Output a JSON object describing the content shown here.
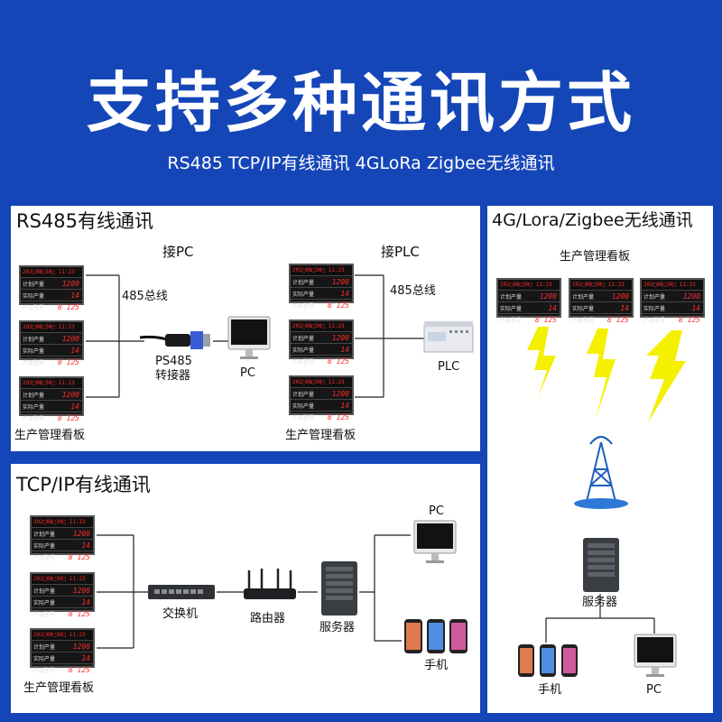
{
  "header": {
    "title": "支持多种通讯方式",
    "subtitle": "RS485 TCP/IP有线通讯  4GLoRa Zigbee无线通讯"
  },
  "board_sample": {
    "header_text": "202□08□30□ 11:23",
    "rows": [
      {
        "label": "计划产量",
        "value": "1200"
      },
      {
        "label": "实际产量",
        "value": "14"
      },
      {
        "label": "产品型号",
        "value": "8 125"
      }
    ]
  },
  "panel_rs485": {
    "title": "RS485有线通讯",
    "left_group_label": "接PC",
    "right_group_label": "接PLC",
    "bus_label_left": "485总线",
    "bus_label_right": "485总线",
    "converter_label_line1": "PS485",
    "converter_label_line2": "转接器",
    "pc_label": "PC",
    "plc_label": "PLC",
    "boards_label_left": "生产管理看板",
    "boards_label_right": "生产管理看板"
  },
  "panel_tcp": {
    "title": "TCP/IP有线通讯",
    "switch_label": "交换机",
    "router_label": "路由器",
    "server_label": "服务器",
    "pc_label": "PC",
    "phone_label": "手机",
    "boards_label": "生产管理看板"
  },
  "panel_wireless": {
    "title": "4G/Lora/Zigbee无线通讯",
    "boards_label": "生产管理看板",
    "server_label": "服务器",
    "phone_label": "手机",
    "pc_label": "PC"
  },
  "colors": {
    "background": "#1546b8",
    "panel": "#ffffff",
    "led_red": "#ff2a2a",
    "lightning": "#f5f000"
  }
}
